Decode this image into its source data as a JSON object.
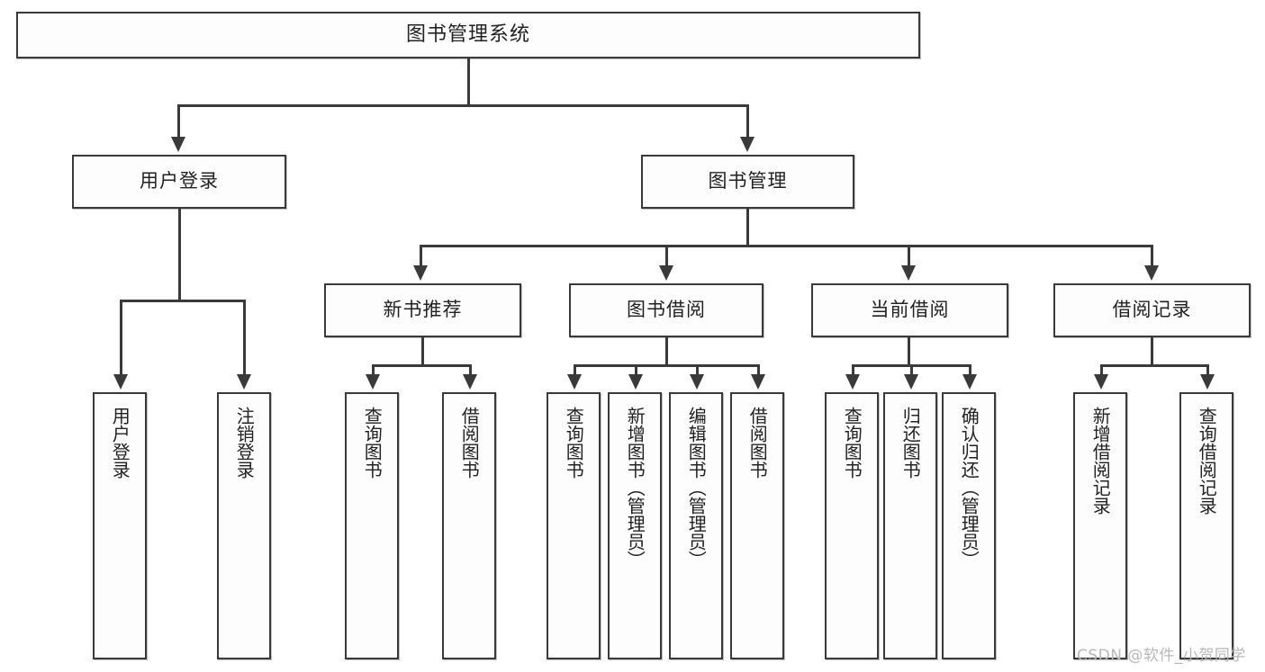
{
  "diagram": {
    "title": "图书管理系统",
    "type": "hierarchy-tree",
    "root": {
      "label": "图书管理系统"
    },
    "level1": [
      {
        "label": "用户登录"
      },
      {
        "label": "图书管理"
      }
    ],
    "level2": [
      {
        "label": "新书推荐"
      },
      {
        "label": "图书借阅"
      },
      {
        "label": "当前借阅"
      },
      {
        "label": "借阅记录"
      }
    ],
    "leaves": {
      "user_login": [
        {
          "label": "用户登录"
        },
        {
          "label": "注销登录"
        }
      ],
      "new_book_recommend": [
        {
          "label": "查询图书"
        },
        {
          "label": "借阅图书"
        }
      ],
      "book_borrow": [
        {
          "label": "查询图书"
        },
        {
          "label": "新增图书（管理员）"
        },
        {
          "label": "编辑图书（管理员）"
        },
        {
          "label": "借阅图书"
        }
      ],
      "current_borrow": [
        {
          "label": "查询图书"
        },
        {
          "label": "归还图书"
        },
        {
          "label": "确认归还（管理员）"
        }
      ],
      "borrow_record": [
        {
          "label": "新增借阅记录"
        },
        {
          "label": "查询借阅记录"
        }
      ]
    }
  },
  "watermark": {
    "text": "CSDN @软件_小贺同学"
  },
  "colors": {
    "stroke": "#3a3a3a",
    "fill": "#fdfdfd",
    "text": "#222222",
    "watermark": "#b9b9b9",
    "background": "#ffffff"
  }
}
